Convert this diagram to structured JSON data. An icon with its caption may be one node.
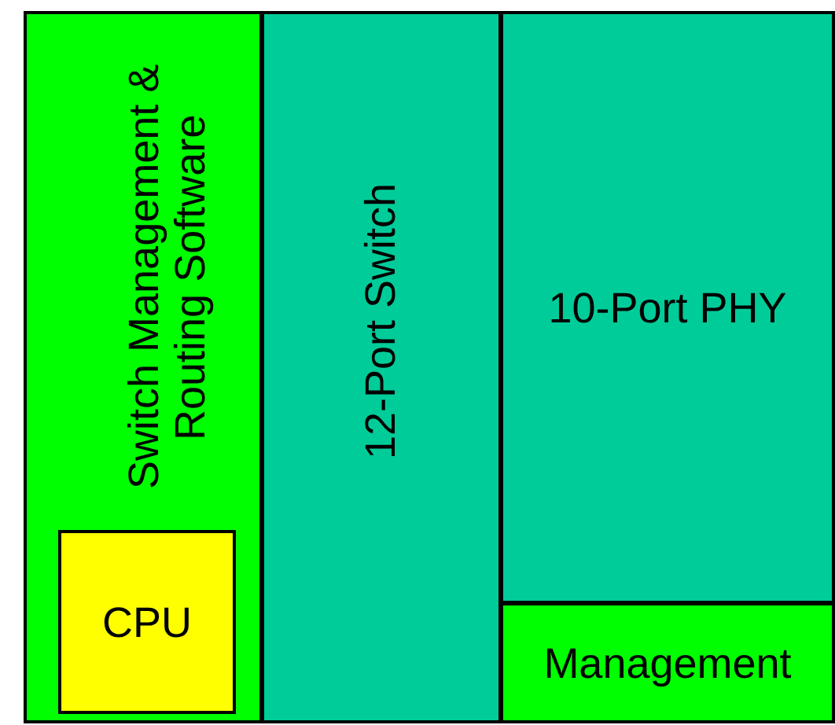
{
  "diagram": {
    "nodes": [
      {
        "text": [
          "Switch Management & Routing Software"
        ]
      },
      {
        "text": [
          "CPU"
        ],
        "in": 0
      },
      {
        "text": [
          "12-Port Switch"
        ]
      },
      {
        "text": [
          "10-Port PHY"
        ]
      },
      {
        "text": [
          "Management"
        ]
      }
    ]
  }
}
